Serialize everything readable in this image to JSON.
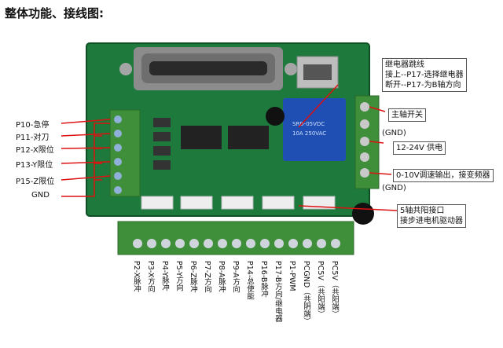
{
  "title": "整体功能、接线图:",
  "left_labels": [
    "P10-急停",
    "P11-对刀",
    "P12-X限位",
    "P13-Y限位",
    "P15-Z限位",
    "GND"
  ],
  "relay_callout": {
    "line1": "继电器跳线",
    "line2": "接上--P17-选择继电器",
    "line3": "断开--P17-为B轴方向"
  },
  "right_labels": {
    "spindle": "主轴开关",
    "gnd1": "(GND)",
    "power": "12-24V 供电",
    "analog": "0-10V调速输出，接变频器",
    "gnd2": "(GND)",
    "axis5_line1": "5轴共阳接口",
    "axis5_line2": "接步进电机驱动器"
  },
  "bottom_labels": [
    "P2-X脉冲",
    "P3-X方向",
    "P4-Y脉冲",
    "P5-Y方向",
    "P6-Z脉冲",
    "P7-Z方向",
    "P8-A脉冲",
    "P9-A方向",
    "P14-总使能",
    "P16-B脉冲",
    "P17-B方向/继电器",
    "P1-PWM",
    "PCGND（共阴端）",
    "PC5V（共阳端）",
    "PC5V（共阳端）"
  ]
}
